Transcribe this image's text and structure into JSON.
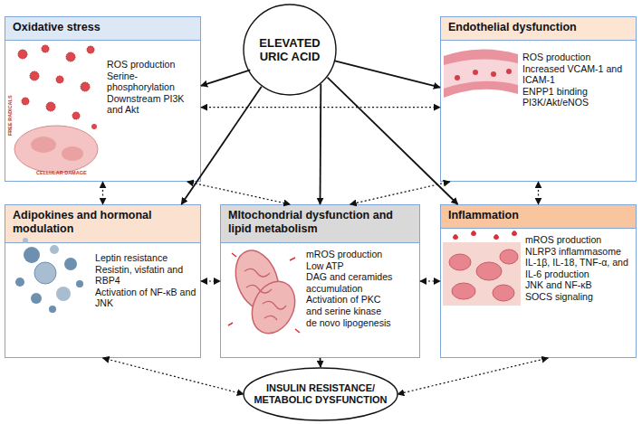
{
  "diagram": {
    "nodes": [
      {
        "text": [
          "ELEVATED URIC ACID"
        ]
      },
      {
        "text": [
          "Oxidative stress",
          "ROS production",
          "Serine-phosphorylation",
          "Downstream PI3K and Akt"
        ]
      },
      {
        "text": [
          "Endothelial dysfunction",
          "ROS production",
          "Increased VCAM-1 and ICAM-1",
          "ENPP1 binding",
          "PI3K/Akt/eNOS"
        ]
      },
      {
        "text": [
          "Adipokines and hormonal modulation",
          "Leptin resistance",
          "Resistin, visfatin and RBP4",
          "Activation of NF-κB and JNK"
        ]
      },
      {
        "text": [
          "MItochondrial dysfunction and lipid metabolism",
          "mROS production",
          "Low ATP",
          "DAG and ceramides accumulation",
          "Activation of PKC and serine kinase",
          "de novo lipogenesis"
        ]
      },
      {
        "text": [
          "Inflammation",
          "mROS production",
          "NLRP3 inflammasome",
          "IL-1β, IL-18, TNF-α, and IL-6 production",
          "JNK and NF-κB",
          "SOCS signaling"
        ]
      },
      {
        "text": [
          "INSULIN RESISTANCE/ METABOLIC DYSFUNCTION"
        ]
      }
    ],
    "edges": [
      {
        "from": 0,
        "to": 1,
        "arrow": "to"
      },
      {
        "from": 0,
        "to": 2,
        "arrow": "to"
      },
      {
        "from": 0,
        "to": 3,
        "arrow": "to"
      },
      {
        "from": 0,
        "to": 4,
        "arrow": "to"
      },
      {
        "from": 0,
        "to": 5,
        "arrow": "to"
      },
      {
        "from": 4,
        "to": 6,
        "arrow": "to"
      },
      {
        "from": 1,
        "to": 2,
        "arrow": "both"
      },
      {
        "from": 1,
        "to": 3,
        "arrow": "both"
      },
      {
        "from": 1,
        "to": 4,
        "arrow": "both"
      },
      {
        "from": 2,
        "to": 4,
        "arrow": "both"
      },
      {
        "from": 2,
        "to": 5,
        "arrow": "both"
      },
      {
        "from": 3,
        "to": 4,
        "arrow": "both"
      },
      {
        "from": 4,
        "to": 5,
        "arrow": "both"
      },
      {
        "from": 3,
        "to": 6,
        "arrow": "both"
      },
      {
        "from": 5,
        "to": 6,
        "arrow": "both"
      }
    ],
    "labels": [
      "FREE RADICALS",
      "CELLULAR DAMAGE"
    ]
  }
}
